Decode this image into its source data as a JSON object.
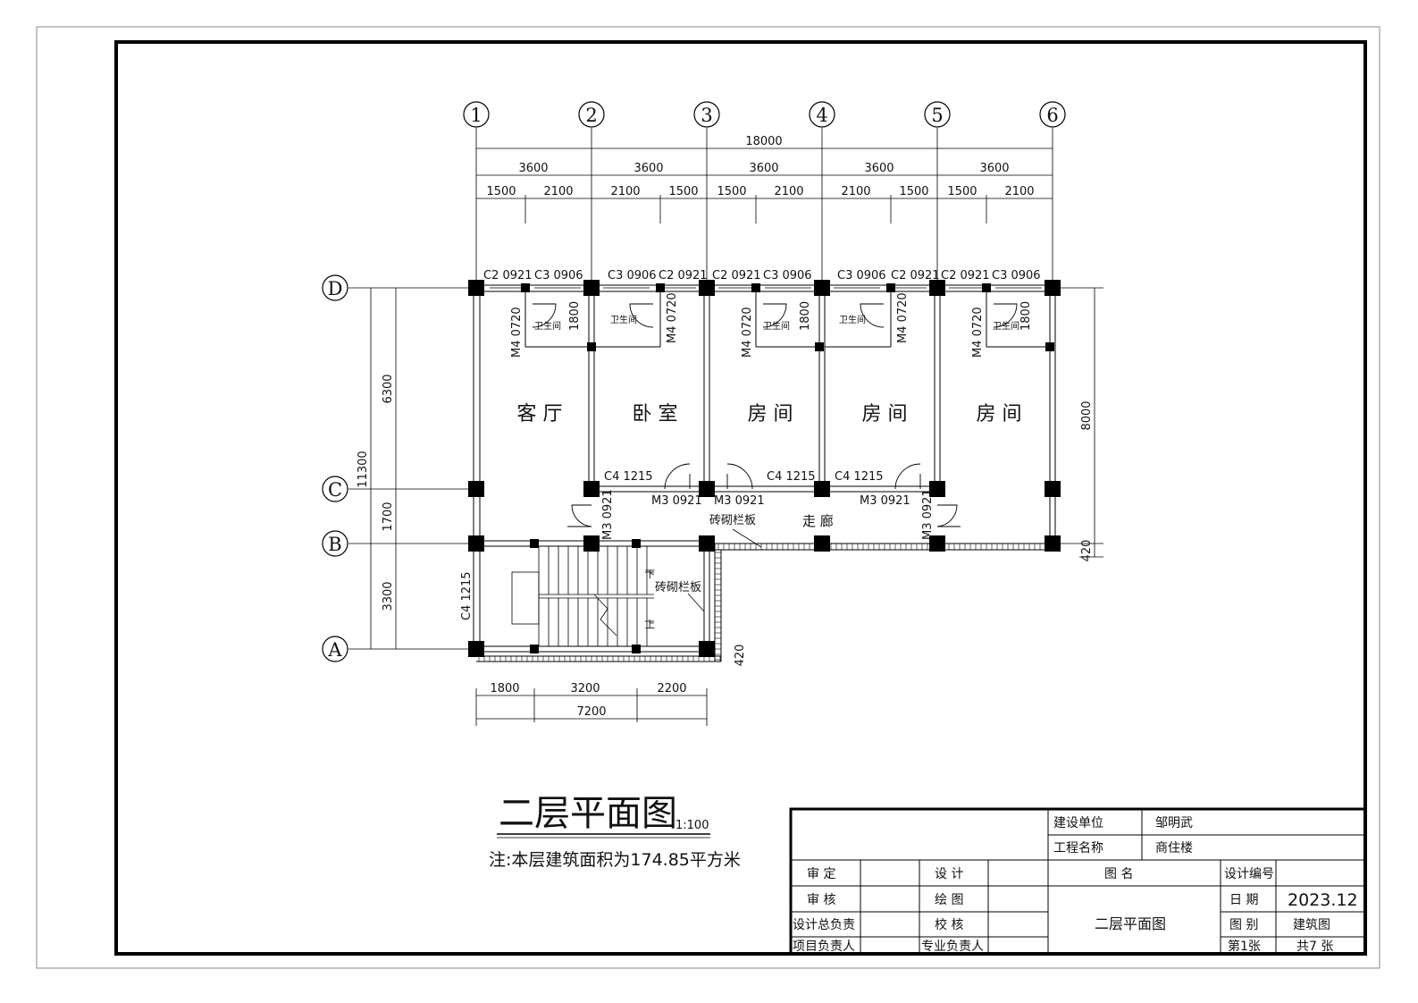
{
  "drawing": {
    "title": "二层平面图",
    "scale": "1:100",
    "note": "注:本层建筑面积为174.85平方米",
    "axes": {
      "columns": [
        "1",
        "2",
        "3",
        "4",
        "5",
        "6"
      ],
      "rows": [
        "D",
        "C",
        "B",
        "A"
      ]
    },
    "dims": {
      "total_top": "18000",
      "bay": "3600",
      "sub_a": "1500",
      "sub_b": "2100",
      "left_total": "11300",
      "left_d_c": "6300",
      "left_c_b": "1700",
      "left_b_a": "3300",
      "right_total": "8000",
      "right_small": "420",
      "bottom_left": "1800",
      "bottom_mid": "3200",
      "bottom_right": "2200",
      "bottom_total": "7200"
    },
    "rooms": {
      "living": "客 厅",
      "bedroom": "卧 室",
      "room": "房 间",
      "corridor": "走 廊",
      "wc": "卫生间"
    },
    "labels": {
      "c2": "C2 0921",
      "c3": "C3 0906",
      "c4": "C4 1215",
      "m3": "M3 0921",
      "m4": "M4 0720",
      "wall": "砖砌栏板",
      "down": "下",
      "up": "上"
    }
  },
  "titleblock": {
    "owner_label": "建设单位",
    "owner": "邹明武",
    "project_label": "工程名称",
    "project": "商住楼",
    "approve": "审  定",
    "check": "审  核",
    "chief": "设计总负责",
    "manager": "项目负责人",
    "design": "设  计",
    "draw": "绘  图",
    "proof": "校  核",
    "specialist": "专业负责人",
    "drawing_name_label": "图       名",
    "drawing_name": "二层平面图",
    "design_no": "设计编号",
    "date_label": "日  期",
    "date": "2023.12",
    "type_label": "图  别",
    "type": "建筑图",
    "sheet": "第1张",
    "total": "共7 张"
  }
}
